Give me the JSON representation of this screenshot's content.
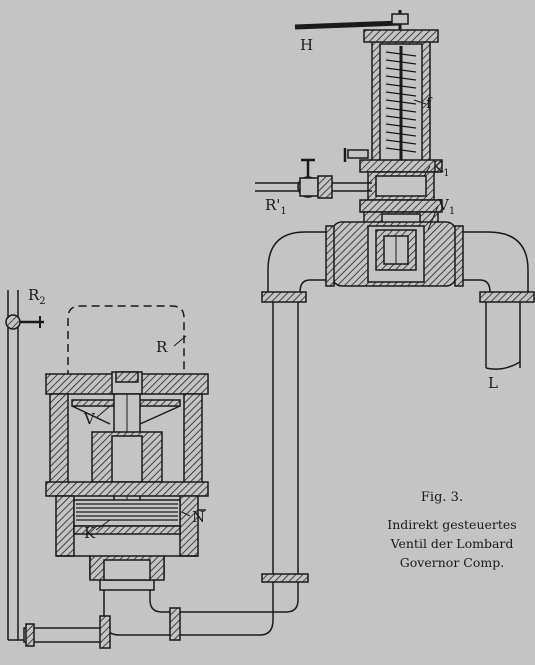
{
  "labels": {
    "H": "H",
    "f": "f",
    "K1": {
      "main": "K",
      "sub": "1"
    },
    "V1": {
      "main": "V",
      "sub": "1"
    },
    "R1": {
      "main": "R'",
      "sub": "1"
    },
    "R2": {
      "main": "R",
      "sub": "2"
    },
    "R": "R",
    "V": "V",
    "K": "K",
    "N": "N",
    "L": "L"
  },
  "caption": {
    "fig_number": "Fig. 3.",
    "lines": [
      "Indirekt gesteuertes",
      "Ventil der Lombard",
      "Governor Comp."
    ]
  },
  "colors": {
    "background": "#c4c4c4",
    "ink": "#1a1a1a",
    "hatch": "#333333"
  }
}
